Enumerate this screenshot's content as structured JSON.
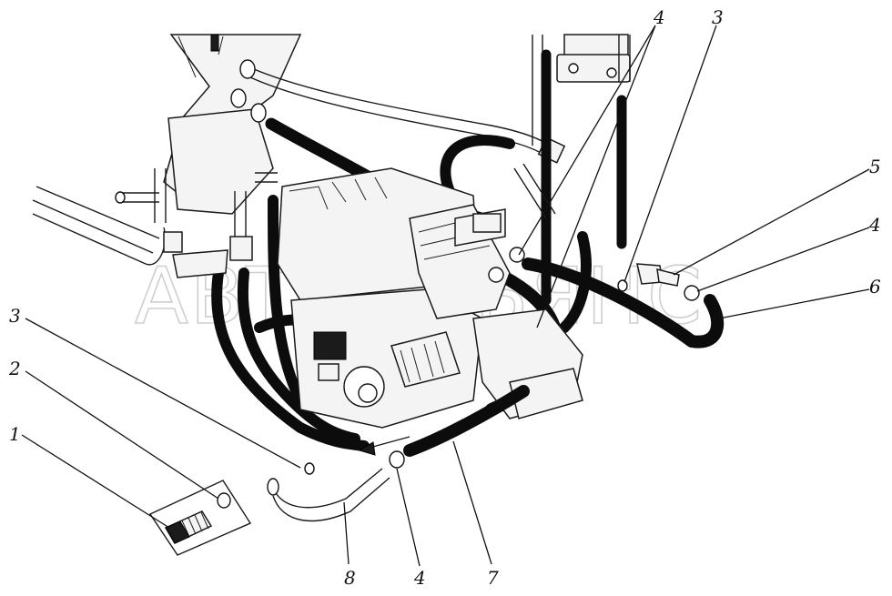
{
  "watermark_text": "АВТОАЛЬЯНС",
  "callouts": [
    {
      "id": "c1",
      "label": "1"
    },
    {
      "id": "c2",
      "label": "2"
    },
    {
      "id": "c3a",
      "label": "3"
    },
    {
      "id": "c3b",
      "label": "3"
    },
    {
      "id": "c4a",
      "label": "4"
    },
    {
      "id": "c4b",
      "label": "4"
    },
    {
      "id": "c4c",
      "label": "4"
    },
    {
      "id": "c5",
      "label": "5"
    },
    {
      "id": "c6",
      "label": "6"
    },
    {
      "id": "c7",
      "label": "7"
    },
    {
      "id": "c8",
      "label": "8"
    }
  ]
}
